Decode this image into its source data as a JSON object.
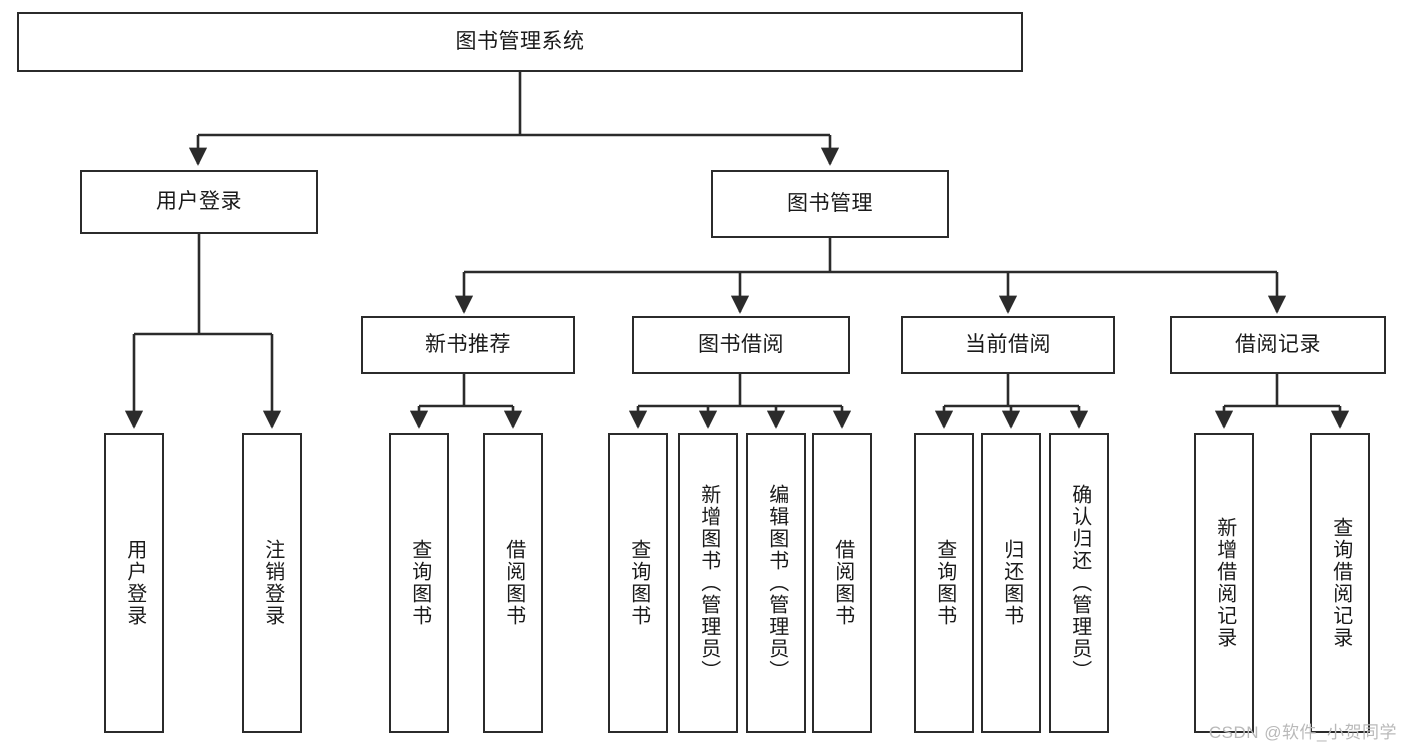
{
  "diagram": {
    "type": "tree-hierarchy",
    "title": "图书管理系统",
    "root": {
      "id": "root",
      "label": "图书管理系统",
      "orientation": "horizontal"
    },
    "level1": [
      {
        "id": "user-login",
        "label": "用户登录",
        "orientation": "horizontal"
      },
      {
        "id": "book-manage",
        "label": "图书管理",
        "orientation": "horizontal"
      }
    ],
    "level2": [
      {
        "id": "new-book-rec",
        "label": "新书推荐",
        "orientation": "horizontal",
        "parent": "book-manage"
      },
      {
        "id": "book-borrow",
        "label": "图书借阅",
        "orientation": "horizontal",
        "parent": "book-manage"
      },
      {
        "id": "current-borrow",
        "label": "当前借阅",
        "orientation": "horizontal",
        "parent": "book-manage"
      },
      {
        "id": "borrow-record",
        "label": "借阅记录",
        "orientation": "horizontal",
        "parent": "book-manage"
      }
    ],
    "leaves": [
      {
        "id": "leaf-user-login",
        "label": "用户登录",
        "orientation": "vertical",
        "parent": "user-login"
      },
      {
        "id": "leaf-user-logout",
        "label": "注销登录",
        "orientation": "vertical",
        "parent": "user-login"
      },
      {
        "id": "leaf-rec-query",
        "label": "查询图书",
        "orientation": "vertical",
        "parent": "new-book-rec"
      },
      {
        "id": "leaf-rec-borrow",
        "label": "借阅图书",
        "orientation": "vertical",
        "parent": "new-book-rec"
      },
      {
        "id": "leaf-borrow-query",
        "label": "查询图书",
        "orientation": "vertical",
        "parent": "book-borrow"
      },
      {
        "id": "leaf-borrow-add",
        "label": "新增图书（管理员）",
        "orientation": "vertical",
        "parent": "book-borrow"
      },
      {
        "id": "leaf-borrow-edit",
        "label": "编辑图书（管理员）",
        "orientation": "vertical",
        "parent": "book-borrow"
      },
      {
        "id": "leaf-borrow-lend",
        "label": "借阅图书",
        "orientation": "vertical",
        "parent": "book-borrow"
      },
      {
        "id": "leaf-cur-query",
        "label": "查询图书",
        "orientation": "vertical",
        "parent": "current-borrow"
      },
      {
        "id": "leaf-cur-return",
        "label": "归还图书",
        "orientation": "vertical",
        "parent": "current-borrow"
      },
      {
        "id": "leaf-cur-confirm",
        "label": "确认归还（管理员）",
        "orientation": "vertical",
        "parent": "current-borrow"
      },
      {
        "id": "leaf-rec-add",
        "label": "新增借阅记录",
        "orientation": "vertical",
        "parent": "borrow-record"
      },
      {
        "id": "leaf-rec-search",
        "label": "查询借阅记录",
        "orientation": "vertical",
        "parent": "borrow-record"
      }
    ],
    "colors": {
      "stroke": "#2b2b2b",
      "fill": "#ffffff",
      "text": "#1a1a1a",
      "watermark": "#b9b9b9"
    }
  },
  "watermark": {
    "text": "CSDN @软件_小贺同学"
  }
}
